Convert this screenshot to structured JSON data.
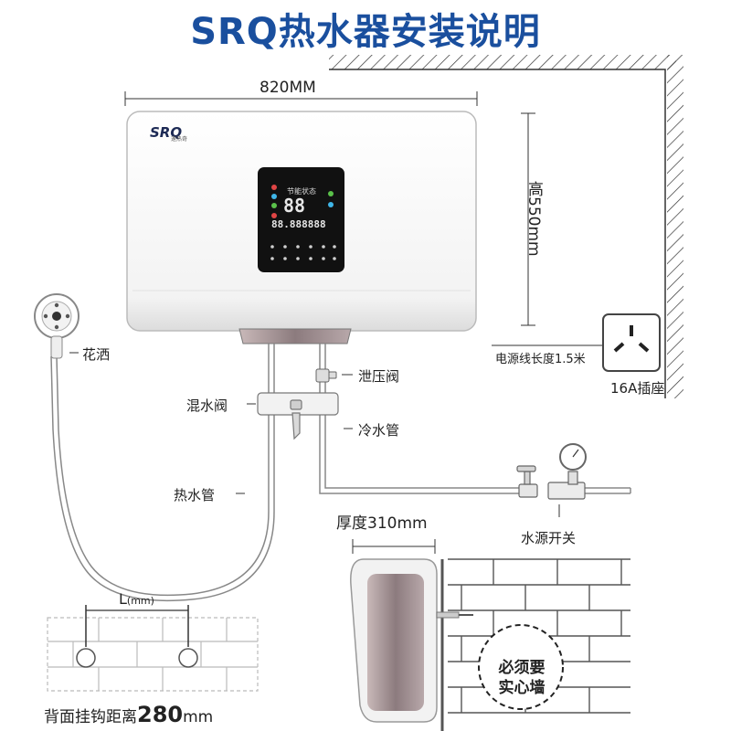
{
  "title": "SRQ热水器安装说明",
  "dimensions": {
    "width": "820MM",
    "height": "高550mm",
    "thickness": "厚度310mm",
    "hook_length": "L",
    "hook_length_unit": "(mm)",
    "hook_distance_prefix": "背面挂钩距离",
    "hook_distance_value": "280",
    "hook_distance_unit": "mm"
  },
  "heater": {
    "brand": "SRQ",
    "brand_sub": "速热奇",
    "display_mode_text": "节能状态",
    "display_digits": "88",
    "display_row": "88.888888"
  },
  "labels": {
    "shower": "花洒",
    "pressure_valve": "泄压阀",
    "mixing_valve": "混水阀",
    "cold_pipe": "冷水管",
    "hot_pipe": "热水管",
    "power_cord": "电源线长度1.5米",
    "socket": "16A插座",
    "water_switch": "水源开关",
    "solid_wall": "必须要实心墙",
    "solid_wall_line1": "必须要",
    "solid_wall_line2": "实心墙"
  },
  "colors": {
    "title": "#1a4f9e",
    "display_bg": "#111111",
    "outline": "#666666"
  }
}
